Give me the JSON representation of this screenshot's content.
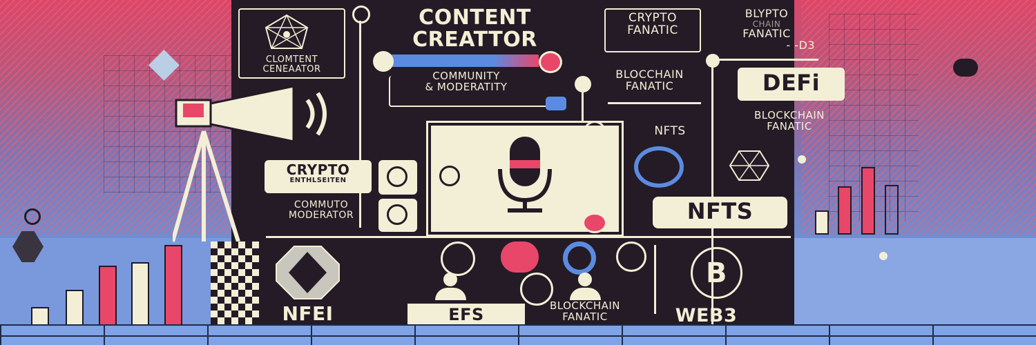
{
  "colors": {
    "dark": "#241b26",
    "cream": "#f3efd6",
    "pink": "#e8476a",
    "blue": "#5b8be0"
  },
  "labels": {
    "content_creator_box": "CLOMTENT CENEAATOR",
    "content_creator_title_1": "CONTENT",
    "content_creator_title_2": "CREATTOR",
    "community_1": "COMMUNITY",
    "community_2": "& MODERATITY",
    "crypto_fanatic_1": "CRYPTO",
    "crypto_fanatic_2": "FANATIC",
    "blocchain_1": "BLOCCHAIN",
    "blocchain_2": "FANATIC",
    "blypto_1": "BLYPTO",
    "blypto_2": "CHAIN",
    "blypto_3": "FANATIC",
    "blypto_4": "- ‑D3",
    "defi": "DEFi",
    "blockchain_fanatic_right_1": "BLOCKCHAIN",
    "blockchain_fanatic_right_2": "FANATIC",
    "nfts_small": "NFTS",
    "nfts_big": "NFTS",
    "crypto_enth_1": "CRYPTO",
    "crypto_enth_2": "ENTHLSEITEN",
    "commuto_1": "COMMUTO",
    "commuto_2": "MODERATOR",
    "nfei": "NFEI",
    "efs": "EFS",
    "blockchain_fanatic_bottom_1": "BLOCKCHAIN",
    "blockchain_fanatic_bottom_2": "FANATIC",
    "web3": "WEB3",
    "bitcoin": "B"
  }
}
